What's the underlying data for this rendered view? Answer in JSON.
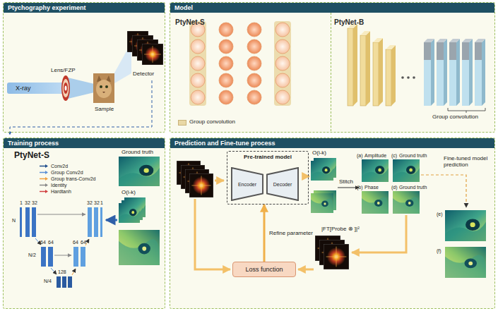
{
  "diagram": {
    "nodes": [
      {
        "text": [
          "Ptychography experiment"
        ]
      },
      {
        "text": [
          "Model"
        ]
      },
      {
        "text": [
          "PtyNet-S"
        ],
        "in": 1
      },
      {
        "text": [
          "PtyNet-B"
        ],
        "in": 1
      },
      {
        "text": [
          "Training process"
        ]
      },
      {
        "text": [
          "Prediction and Fine-tune process"
        ]
      },
      {
        "text": [
          "Pre-trained model"
        ],
        "in": 5
      },
      {
        "text": [
          "Encoder"
        ],
        "in": 6
      },
      {
        "text": [
          "Decoder"
        ],
        "in": 6
      },
      {
        "text": [
          "Loss function"
        ],
        "in": 5
      }
    ],
    "edges": [
      {
        "from": 9,
        "to": 6,
        "label": "Refine parameter",
        "arrow": "to"
      }
    ],
    "labels": [
      "X-ray",
      "Lens/FZP",
      "Sample",
      "Detector",
      "Group convolution",
      "PtyNet-S",
      "1",
      "32",
      "32",
      "64",
      "64",
      "128",
      "64",
      "64",
      "32",
      "32",
      "1",
      "N",
      "N/2",
      "N/4",
      "Ground truth",
      "O(i-k)",
      "O(i-k)",
      "Stitch",
      "(a)",
      "Amplitude",
      "(c)",
      "Ground truth",
      "(b)",
      "Phase",
      "(d)",
      "Ground truth",
      "Fine-tuned model prediction",
      "|FT[Probe ⊗ ]|²",
      "(e)",
      "(f)"
    ],
    "legend": [
      {
        "text": "Group convolution",
        "color": "#e9d8a6"
      },
      {
        "text": "Conv2d"
      },
      {
        "text": "Group Conv2d"
      },
      {
        "text": "Group trans-Conv2d"
      },
      {
        "text": "Identity"
      },
      {
        "text": "Hardtanh"
      }
    ]
  }
}
